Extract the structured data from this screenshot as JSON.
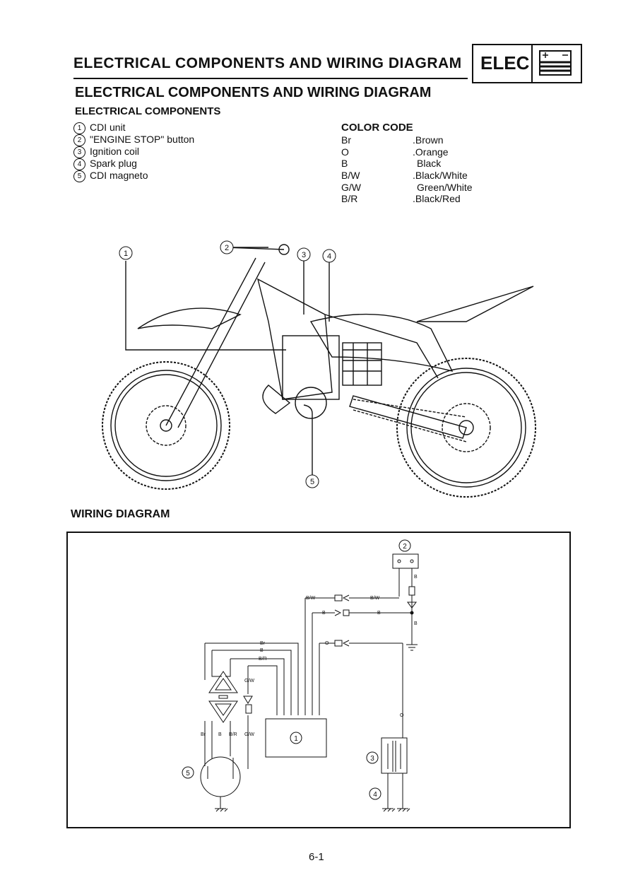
{
  "header": {
    "section_title": "ELECTRICAL COMPONENTS AND WIRING DIAGRAM",
    "tab_label": "ELEC"
  },
  "page": {
    "title": "ELECTRICAL COMPONENTS AND WIRING DIAGRAM",
    "subtitle": "ELECTRICAL COMPONENTS",
    "components": [
      {
        "num": "1",
        "label": "CDI unit"
      },
      {
        "num": "2",
        "label": "\"ENGINE STOP\" button"
      },
      {
        "num": "3",
        "label": "Ignition coil"
      },
      {
        "num": "4",
        "label": "Spark plug"
      },
      {
        "num": "5",
        "label": "CDI magneto"
      }
    ],
    "color_code": {
      "heading": "COLOR CODE",
      "entries": [
        {
          "code": "Br",
          "name": ".Brown"
        },
        {
          "code": "O",
          "name": ".Orange"
        },
        {
          "code": "B",
          "name": "Black"
        },
        {
          "code": "B/W",
          "name": ".Black/White"
        },
        {
          "code": "G/W",
          "name": "Green/White"
        },
        {
          "code": "B/R",
          "name": ".Black/Red"
        }
      ]
    },
    "illustration_callouts": [
      "1",
      "2",
      "3",
      "4",
      "5"
    ],
    "wiring": {
      "heading": "WIRING DIAGRAM",
      "wire_labels": [
        "B/W",
        "B/W",
        "B",
        "B",
        "B",
        "B",
        "O",
        "Br",
        "B",
        "B/R",
        "G/W",
        "Br",
        "B",
        "B/R",
        "G/W",
        "O"
      ],
      "callouts": [
        "1",
        "2",
        "3",
        "4",
        "5"
      ]
    },
    "page_number": "6-1"
  }
}
